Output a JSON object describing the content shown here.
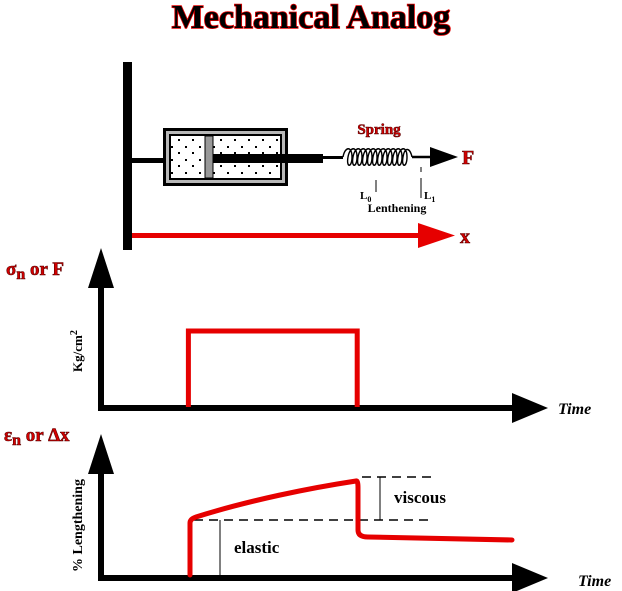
{
  "title": "Mechanical Analog",
  "mechanism": {
    "spring_label": "Spring",
    "force_label": "F",
    "displacement_label": "x",
    "l0_label": "L",
    "l0_sub": "0",
    "l1_label": "L",
    "l1_sub": "1",
    "lengthening_label": "Lenthening"
  },
  "stress_plot": {
    "ylabel_sym": "σ",
    "ylabel_sub": "n",
    "ylabel_rest": " or F",
    "units": "Kg/cm2",
    "units_base": "Kg/cm",
    "units_sup": "2",
    "xlabel": "Time",
    "pulse": {
      "start": 0.2,
      "end": 0.6,
      "level": 1.0
    }
  },
  "strain_plot": {
    "ylabel_sym": "ε",
    "ylabel_sub": "n",
    "ylabel_rest": " or Δx",
    "units": "% Lengthening",
    "xlabel": "Time",
    "elastic_label": "elastic",
    "viscous_label": "viscous"
  },
  "colors": {
    "accent_red": "#e60000",
    "axis_black": "#000000"
  }
}
